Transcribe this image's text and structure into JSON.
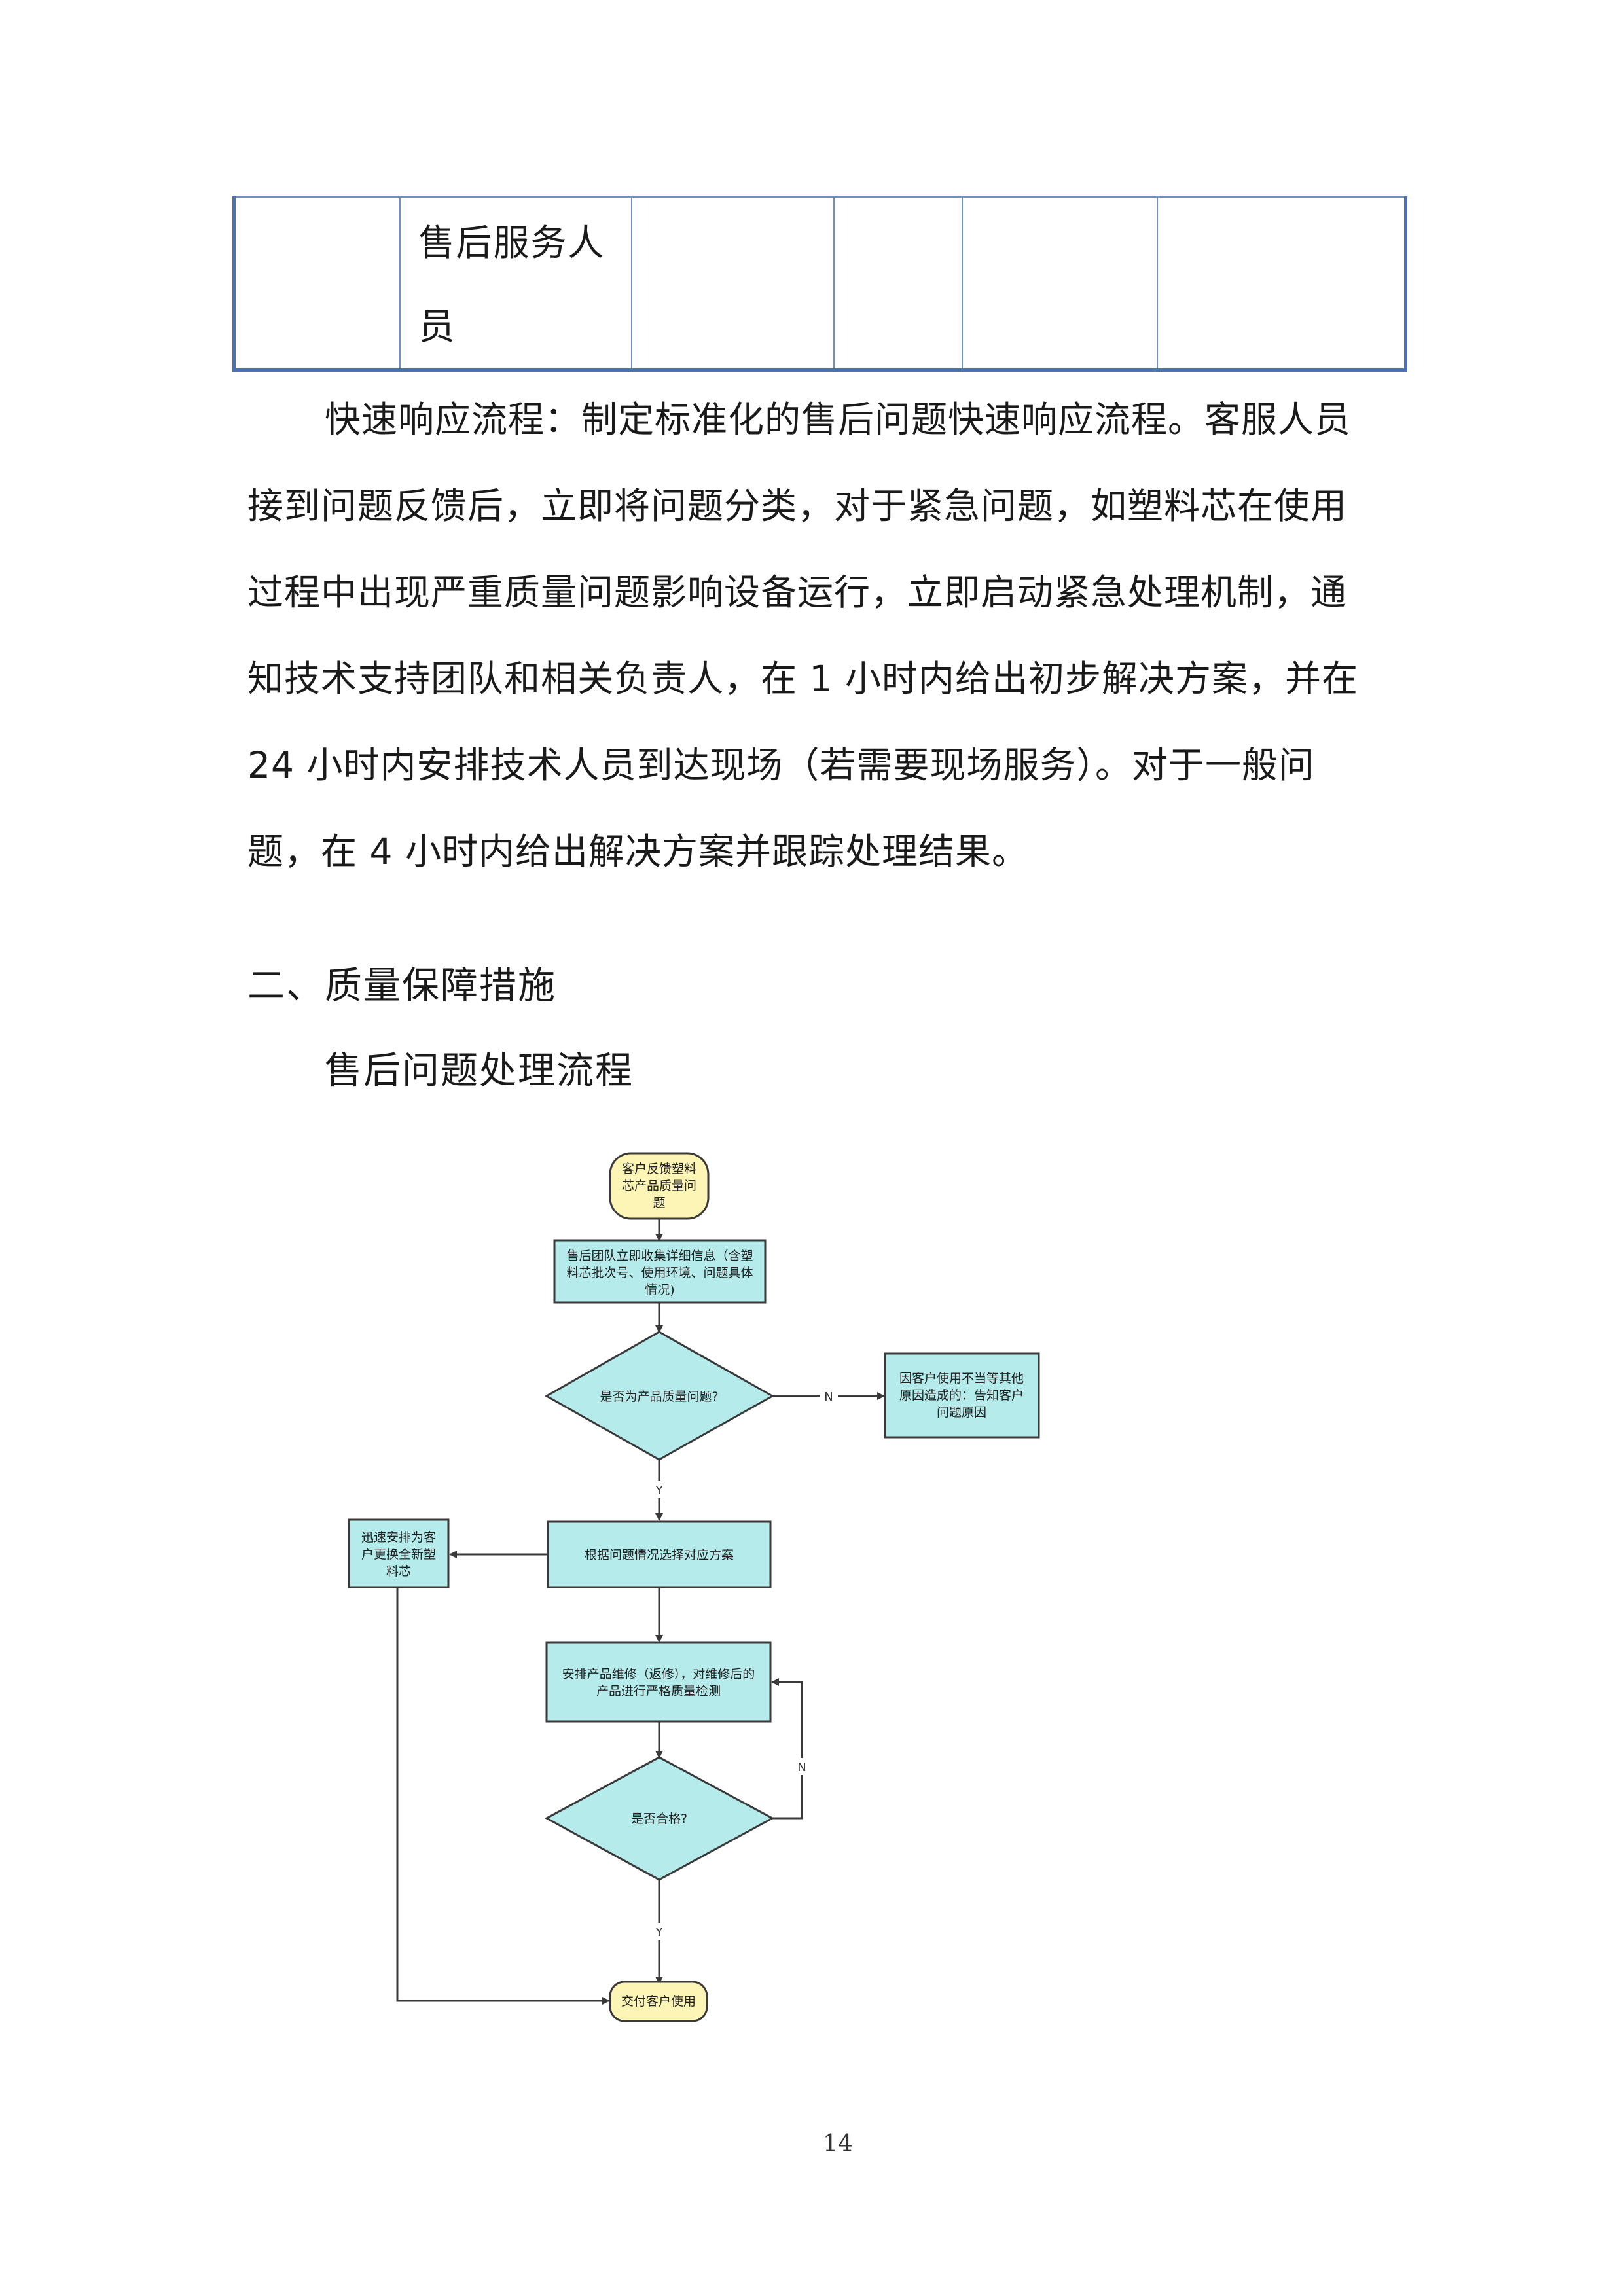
{
  "table_fragment": {
    "cell_text_line1": "售后服务人",
    "cell_text_line2": "员"
  },
  "paragraph": "快速响应流程：制定标准化的售后问题快速响应流程。客服人员接到问题反馈后，立即将问题分类，对于紧急问题，如塑料芯在使用过程中出现严重质量问题影响设备运行，立即启动紧急处理机制，通知技术支持团队和相关负责人，在 1 小时内给出初步解决方案，并在 24 小时内安排技术人员到达现场（若需要现场服务）。对于一般问题，在 4 小时内给出解决方案并跟踪处理结果。",
  "paragraph_lines": [
    "快速响应流程：制定标准化的售后问题快速响应流程。客服人员",
    "接到问题反馈后，立即将问题分类，对于紧急问题，如塑料芯在使用",
    "过程中出现严重质量问题影响设备运行，立即启动紧急处理机制，通",
    "知技术支持团队和相关负责人，在 1 小时内给出初步解决方案，并在",
    "24 小时内安排技术人员到达现场（若需要现场服务）。对于一般问",
    "题，在 4 小时内给出解决方案并跟踪处理结果。"
  ],
  "section_heading": "二、质量保障措施",
  "subheading": "售后问题处理流程",
  "flowchart": {
    "start": [
      "客户反馈塑料",
      "芯产品质量问",
      "题"
    ],
    "collect": [
      "售后团队立即收集详细信息（含塑",
      "料芯批次号、使用环境、问题具体",
      "情况)"
    ],
    "decision1": "是否为产品质量问题?",
    "no_branch": [
      "因客户使用不当等其他",
      "原因造成的：告知客户",
      "问题原因"
    ],
    "choose": "根据问题情况选择对应方案",
    "replace": [
      "迅速安排为客",
      "户更换全新塑",
      "料芯"
    ],
    "repair": [
      "安排产品维修（返修），对维修后的",
      "产品进行严格质量检测"
    ],
    "decision2": "是否合格?",
    "end": "交付客户使用",
    "label_n1": "N",
    "label_y1": "Y",
    "label_n2": "N",
    "label_y2": "Y",
    "colors": {
      "terminal_fill": "#fdf5b6",
      "process_fill": "#b6ebec",
      "stroke": "#3a3a3a"
    }
  },
  "page_number": "14"
}
